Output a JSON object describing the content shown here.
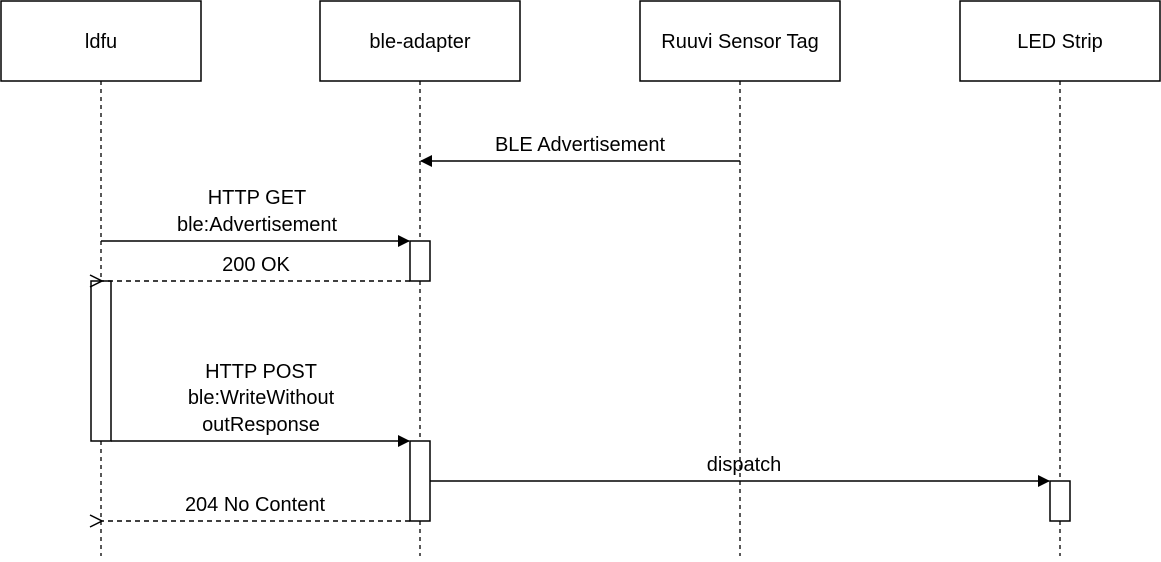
{
  "participants": [
    {
      "id": "p1",
      "label": "ldfu"
    },
    {
      "id": "p2",
      "label": "ble-adapter"
    },
    {
      "id": "p3",
      "label": "Ruuvi Sensor Tag"
    },
    {
      "id": "p4",
      "label": "LED Strip"
    }
  ],
  "messages": [
    {
      "id": "m1",
      "label_lines": [
        "BLE Advertisement"
      ],
      "from": "p3",
      "to": "p2",
      "style": "sync"
    },
    {
      "id": "m2",
      "label_lines": [
        "HTTP GET",
        "ble:Advertisement"
      ],
      "from": "p1",
      "to": "p2",
      "style": "sync"
    },
    {
      "id": "m3",
      "label_lines": [
        "200 OK"
      ],
      "from": "p2",
      "to": "p1",
      "style": "reply"
    },
    {
      "id": "m4",
      "label_lines": [
        "HTTP POST",
        "ble:WriteWithout",
        "outResponse"
      ],
      "from": "p1",
      "to": "p2",
      "style": "sync"
    },
    {
      "id": "m5",
      "label_lines": [
        "dispatch"
      ],
      "from": "p2",
      "to": "p4",
      "style": "sync"
    },
    {
      "id": "m6",
      "label_lines": [
        "204 No Content"
      ],
      "from": "p2",
      "to": "p1",
      "style": "reply"
    }
  ],
  "colors": {
    "stroke": "#000000",
    "fill": "#ffffff"
  }
}
